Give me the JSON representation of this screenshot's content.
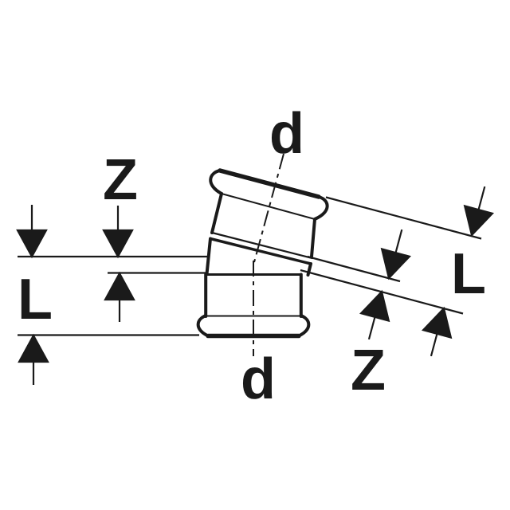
{
  "figure": {
    "background_color": "#ffffff",
    "line_color": "#1a1a1a",
    "labels": {
      "d_top": "d",
      "d_bottom": "d",
      "z_left": "Z",
      "l_left": "L",
      "z_right": "Z",
      "l_right": "L"
    }
  }
}
